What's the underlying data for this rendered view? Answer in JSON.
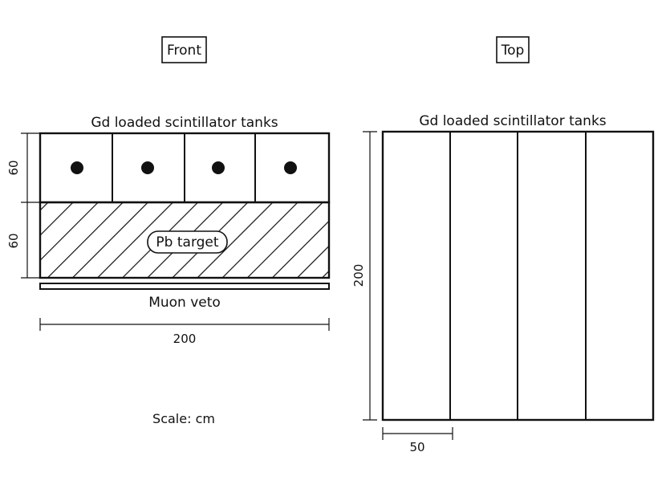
{
  "front": {
    "title": "Front",
    "tanks_label": "Gd loaded scintillator tanks",
    "tank_count": 4,
    "dim_tank_height": "60",
    "dim_target_height": "60",
    "target_label": "Pb target",
    "veto_label": "Muon veto",
    "dim_width": "200",
    "scale_label": "Scale: cm"
  },
  "top": {
    "title": "Top",
    "tanks_label": "Gd loaded scintillator tanks",
    "tank_count": 4,
    "dim_length": "200",
    "dim_tank_width": "50"
  },
  "colors": {
    "line": "#111111",
    "background": "#ffffff"
  }
}
